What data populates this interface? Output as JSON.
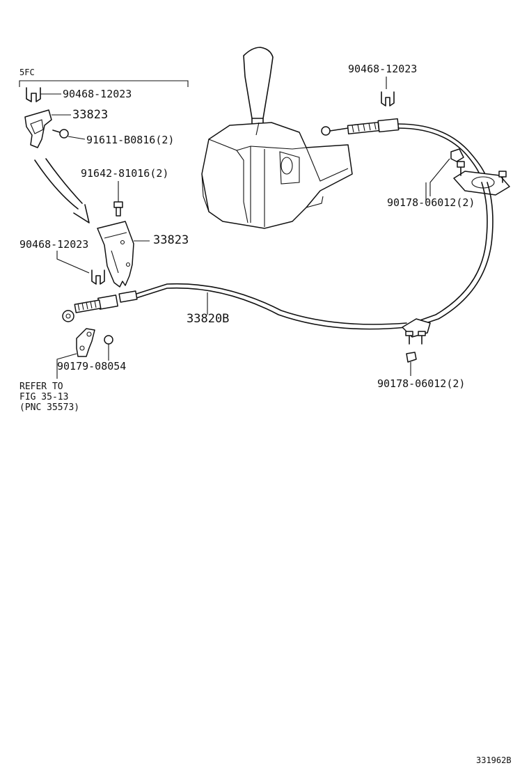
{
  "group_code": "5FC",
  "labels": {
    "clip_top_left": "90468-12023",
    "bracket_top": "33823",
    "bolt_top": "91611-B0816(2)",
    "bolt_mid": "91642-81016(2)",
    "clip_mid_left": "90468-12023",
    "bracket_mid": "33823",
    "cable": "33820B",
    "nut_lower_left": "90179-08054",
    "clip_top_right": "90468-12023",
    "nut_right": "90178-06012(2)",
    "nut_bottom_right": "90178-06012(2)"
  },
  "refer_note": {
    "line1": "REFER TO",
    "line2": "FIG 35-13",
    "line3": "(PNC 35573)"
  },
  "figure_code": "331962B"
}
